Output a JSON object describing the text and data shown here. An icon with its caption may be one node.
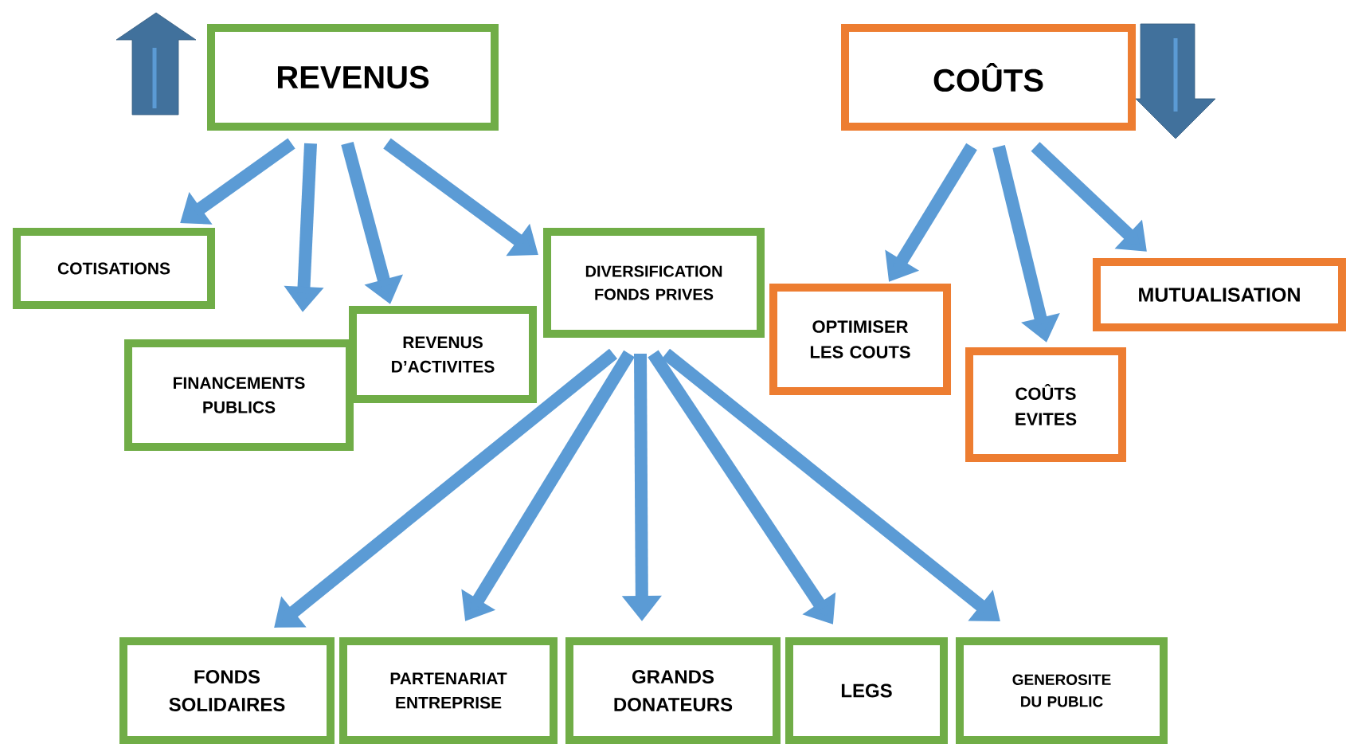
{
  "diagram": {
    "nodes": [
      {
        "text": [
          "REVENUS"
        ]
      },
      {
        "text": [
          "COTISATIONS"
        ]
      },
      {
        "text": [
          "FINANCEMENTS PUBLICS"
        ]
      },
      {
        "text": [
          "REVENUS D’ACTIVITES"
        ]
      },
      {
        "text": [
          "DIVERSIFICATION FONDS PRIVES"
        ]
      },
      {
        "text": [
          "COÛTS"
        ]
      },
      {
        "text": [
          "OPTIMISER LES COUTS"
        ]
      },
      {
        "text": [
          "COÛTS EVITES"
        ]
      },
      {
        "text": [
          "MUTUALISATION"
        ]
      },
      {
        "text": [
          "FONDS SOLIDAIRES"
        ]
      },
      {
        "text": [
          "PARTENARIAT ENTREPRISE"
        ]
      },
      {
        "text": [
          "GRANDS DONATEURS"
        ]
      },
      {
        "text": [
          "LEGS"
        ]
      },
      {
        "text": [
          "GENEROSITE DU PUBLIC"
        ]
      }
    ],
    "edges": [
      {
        "from": 0,
        "to": 1,
        "arrow": "to"
      },
      {
        "from": 0,
        "to": 2,
        "arrow": "to"
      },
      {
        "from": 0,
        "to": 3,
        "arrow": "to"
      },
      {
        "from": 0,
        "to": 4,
        "arrow": "to"
      },
      {
        "from": 5,
        "to": 6,
        "arrow": "to"
      },
      {
        "from": 5,
        "to": 7,
        "arrow": "to"
      },
      {
        "from": 5,
        "to": 8,
        "arrow": "to"
      },
      {
        "from": 4,
        "to": 9,
        "arrow": "to"
      },
      {
        "from": 4,
        "to": 10,
        "arrow": "to"
      },
      {
        "from": 4,
        "to": 11,
        "arrow": "to"
      },
      {
        "from": 4,
        "to": 12,
        "arrow": "to"
      },
      {
        "from": 4,
        "to": 13,
        "arrow": "to"
      }
    ]
  }
}
